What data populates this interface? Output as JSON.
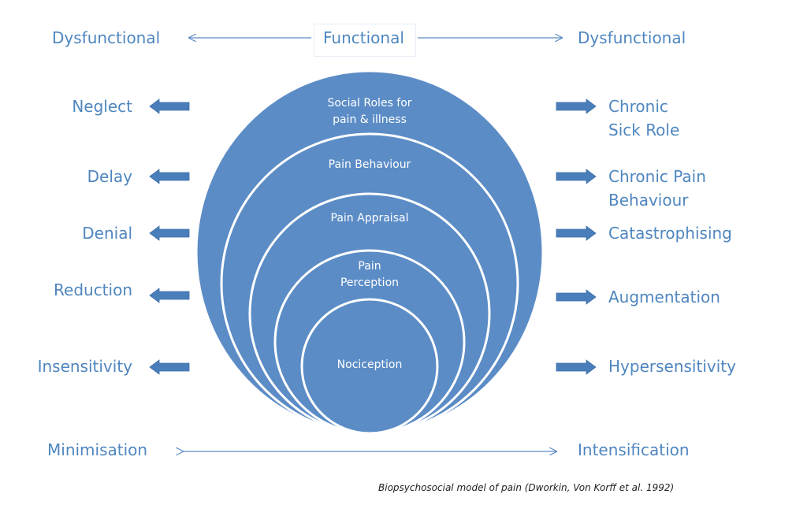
{
  "header": {
    "left": "Dysfunctional",
    "center": "Functional",
    "right": "Dysfunctional"
  },
  "left_items": [
    "Neglect",
    "Delay",
    "Denial",
    "Reduction",
    "Insensitivity"
  ],
  "right_items": [
    [
      "Chronic",
      "Sick Role"
    ],
    [
      "Chronic Pain",
      "Behaviour"
    ],
    [
      "Catastrophising"
    ],
    [
      "Augmentation"
    ],
    [
      "Hypersensitivity"
    ]
  ],
  "rings": [
    [
      "Social Roles for",
      "pain & illness"
    ],
    [
      "Pain Behaviour"
    ],
    [
      "Pain Appraisal"
    ],
    [
      "Pain",
      "Perception"
    ],
    [
      "Nociception"
    ]
  ],
  "bottom": {
    "left": "Minimisation",
    "right": "Intensification"
  },
  "caption": "Biopsychosocial model of pain (Dworkin, Von Korff et al. 1992)",
  "colors": {
    "ring_fill": "#5b8cc6",
    "label": "#4f86bf",
    "arrow": "#4a7ebb",
    "line": "#5a8ac3"
  }
}
